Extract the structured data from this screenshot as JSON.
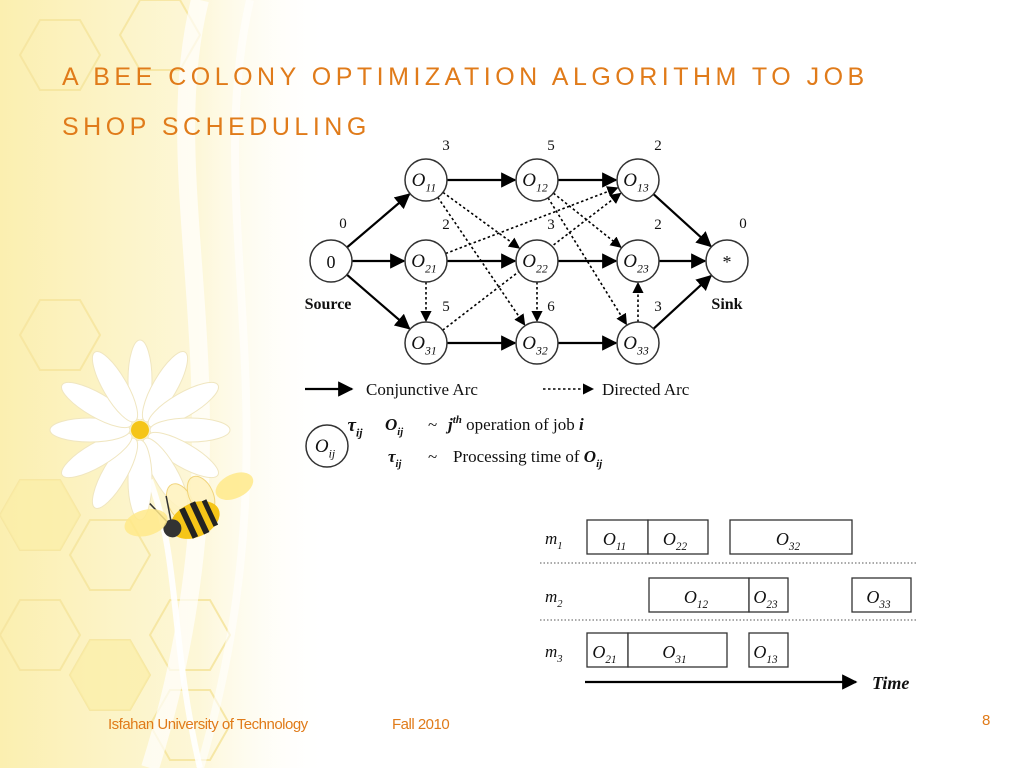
{
  "slide": {
    "title": "A BEE COLONY OPTIMIZATION ALGORITHM TO JOB SHOP SCHEDULING",
    "footer_left": "Isfahan University of Technology",
    "footer_mid": "Fall 2010",
    "page_number": "8"
  },
  "graph": {
    "source_label": "Source",
    "sink_label": "Sink",
    "nodes": [
      {
        "id": "src",
        "label": "0",
        "sub": "",
        "weight": "0"
      },
      {
        "id": "o11",
        "label": "O",
        "sub": "11",
        "weight": "3"
      },
      {
        "id": "o12",
        "label": "O",
        "sub": "12",
        "weight": "5"
      },
      {
        "id": "o13",
        "label": "O",
        "sub": "13",
        "weight": "2"
      },
      {
        "id": "o21",
        "label": "O",
        "sub": "21",
        "weight": "2"
      },
      {
        "id": "o22",
        "label": "O",
        "sub": "22",
        "weight": "3"
      },
      {
        "id": "o23",
        "label": "O",
        "sub": "23",
        "weight": "2"
      },
      {
        "id": "o31",
        "label": "O",
        "sub": "31",
        "weight": "5"
      },
      {
        "id": "o32",
        "label": "O",
        "sub": "32",
        "weight": "6"
      },
      {
        "id": "o33",
        "label": "O",
        "sub": "33",
        "weight": "3"
      },
      {
        "id": "sink",
        "label": "*",
        "sub": "",
        "weight": "0"
      }
    ],
    "conjunctive_arcs": [
      [
        "src",
        "o11"
      ],
      [
        "src",
        "o21"
      ],
      [
        "src",
        "o31"
      ],
      [
        "o11",
        "o12"
      ],
      [
        "o12",
        "o13"
      ],
      [
        "o21",
        "o22"
      ],
      [
        "o22",
        "o23"
      ],
      [
        "o31",
        "o32"
      ],
      [
        "o32",
        "o33"
      ],
      [
        "o13",
        "sink"
      ],
      [
        "o23",
        "sink"
      ],
      [
        "o33",
        "sink"
      ]
    ],
    "directed_arcs": [
      [
        "o11",
        "o22"
      ],
      [
        "o11",
        "o32"
      ],
      [
        "o21",
        "o13"
      ],
      [
        "o21",
        "o31"
      ],
      [
        "o22",
        "o32"
      ],
      [
        "o31",
        "o13"
      ],
      [
        "o12",
        "o23"
      ],
      [
        "o12",
        "o33"
      ],
      [
        "o33",
        "o23"
      ]
    ]
  },
  "legend": {
    "conjunctive": "Conjunctive Arc",
    "directed": "Directed Arc",
    "tau": "τ",
    "tau_sub": "ij",
    "o": "O",
    "o_sub": "ij",
    "tilde": "~",
    "j": "j",
    "th": "th",
    "op_text": " operation of job ",
    "i": "i",
    "proc_text": "Processing time of "
  },
  "gantt": {
    "time_label": "Time",
    "machines": [
      {
        "name": "m",
        "sub": "1",
        "ops": [
          {
            "label": "O",
            "sub": "11"
          },
          {
            "label": "O",
            "sub": "22"
          },
          {
            "label": "O",
            "sub": "32"
          }
        ]
      },
      {
        "name": "m",
        "sub": "2",
        "ops": [
          {
            "label": "O",
            "sub": "12"
          },
          {
            "label": "O",
            "sub": "23"
          },
          {
            "label": "O",
            "sub": "33"
          }
        ]
      },
      {
        "name": "m",
        "sub": "3",
        "ops": [
          {
            "label": "O",
            "sub": "21"
          },
          {
            "label": "O",
            "sub": "31"
          },
          {
            "label": "O",
            "sub": "13"
          }
        ]
      }
    ]
  },
  "colors": {
    "accent": "#e07b1a",
    "honeycomb": "#fbf0b8",
    "background_glow": "#fdf6d0"
  },
  "icons": [
    "daisy-flower-icon",
    "bee-icon"
  ]
}
